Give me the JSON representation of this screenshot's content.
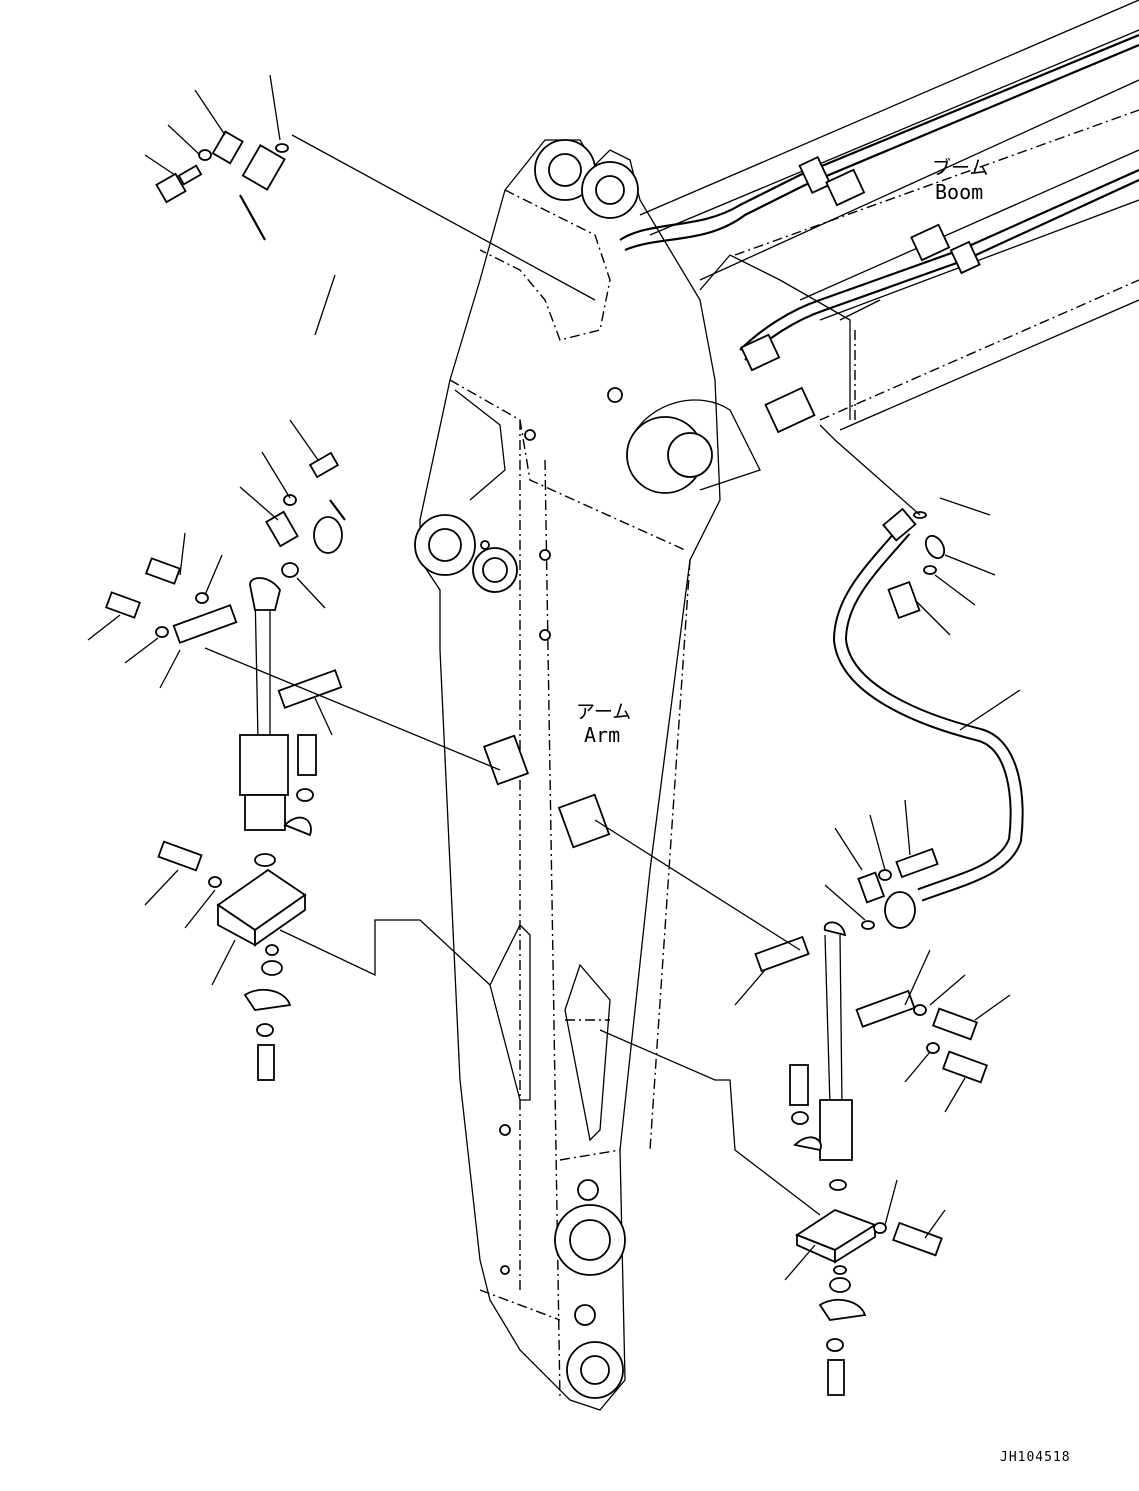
{
  "labels": {
    "boom_jp": "ブーム",
    "boom_en": "Boom",
    "arm_jp": "アーム",
    "arm_en": "Arm"
  },
  "figure_id": "JH104518"
}
